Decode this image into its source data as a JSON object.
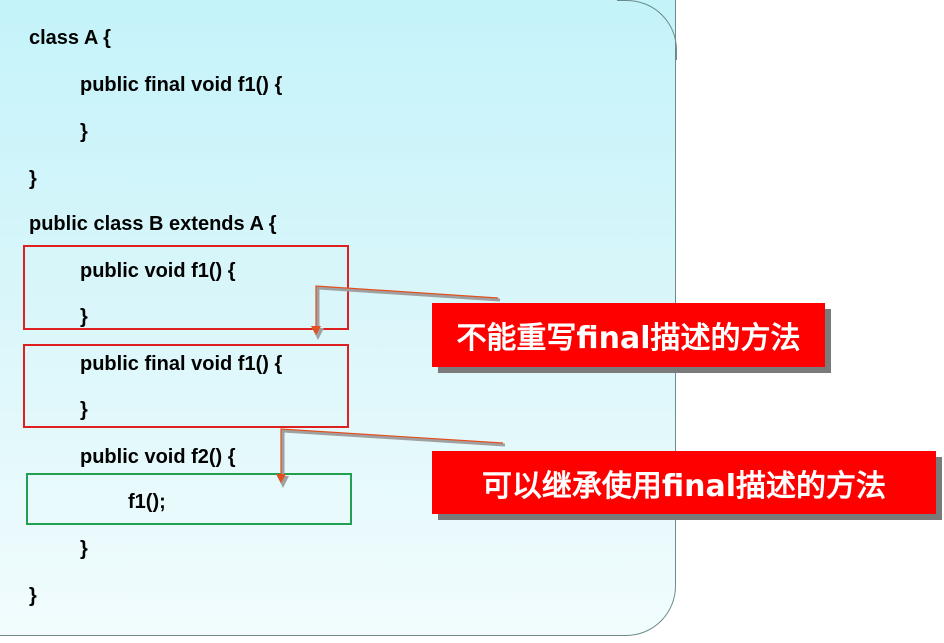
{
  "code_lines": [
    "class A {",
    "public final void f1() {",
    "}",
    "}",
    "public class B extends A {",
    "public void f1() {",
    "}",
    "public final void f1() {",
    "}",
    "public void f2() {",
    "f1();",
    "}",
    "}"
  ],
  "callouts": {
    "override_error": "不能重写final描述的方法",
    "inherit_use": "可以继承使用final描述的方法"
  },
  "colors": {
    "error_box": "#e02020",
    "ok_box": "#20a050",
    "callout_bg": "#ff0000"
  }
}
